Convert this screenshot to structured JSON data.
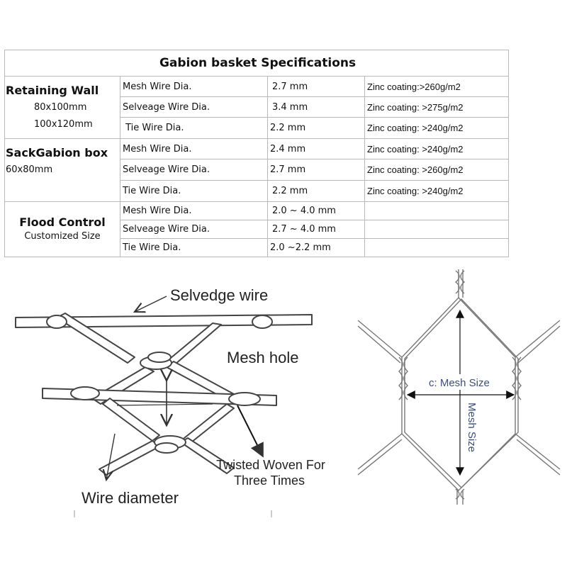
{
  "table": {
    "title": "Gabion basket Specifications",
    "groups": [
      {
        "name": "Retaining Wall",
        "sub": [
          "80x100mm",
          "100x120mm"
        ],
        "rows": [
          {
            "item": "Mesh Wire Dia.",
            "dia": "2.7 mm",
            "zinc": "Zinc coating:>260g/m2"
          },
          {
            "item": "Selveage Wire Dia.",
            "dia": "3.4 mm",
            "zinc": "Zinc coating: >275g/m2"
          },
          {
            "item": " Tie Wire Dia.",
            "dia": "2.2 mm",
            "zinc": "Zinc coating: >240g/m2"
          }
        ]
      },
      {
        "name": "SackGabion box",
        "sub": [
          "60x80mm"
        ],
        "rows": [
          {
            "item": "Mesh Wire Dia.",
            "dia": "2.4 mm",
            "zinc": "Zinc coating: >240g/m2"
          },
          {
            "item": "Selveage Wire Dia.",
            "dia": "2.7 mm",
            "zinc": "Zinc coating: >260g/m2"
          },
          {
            "item": "Tie Wire Dia.",
            "dia": "2.2 mm",
            "zinc": "Zinc coating: >240g/m2"
          }
        ]
      },
      {
        "name": "Flood Control",
        "sub": [
          "Customized Size"
        ],
        "rows": [
          {
            "item": "Mesh Wire Dia.",
            "dia": "2.0 ~ 4.0 mm",
            "zinc": ""
          },
          {
            "item": "Selveage Wire Dia.",
            "dia": "2.7 ~ 4.0 mm",
            "zinc": ""
          },
          {
            "item": "Tie Wire Dia.",
            "dia": "2.0 ~2.2 mm",
            "zinc": ""
          }
        ]
      }
    ]
  },
  "diagram_left": {
    "selvedge_label": "Selvedge wire",
    "mesh_hole_label": "Mesh hole",
    "twisted_label_line1": "Twisted Woven For",
    "twisted_label_line2": "Three Times",
    "wire_diameter_label": "Wire diameter"
  },
  "diagram_right": {
    "mesh_size_c_label": "c: Mesh Size",
    "mesh_size_label": "Mesh Size",
    "label_color": "#3a4f7a"
  }
}
